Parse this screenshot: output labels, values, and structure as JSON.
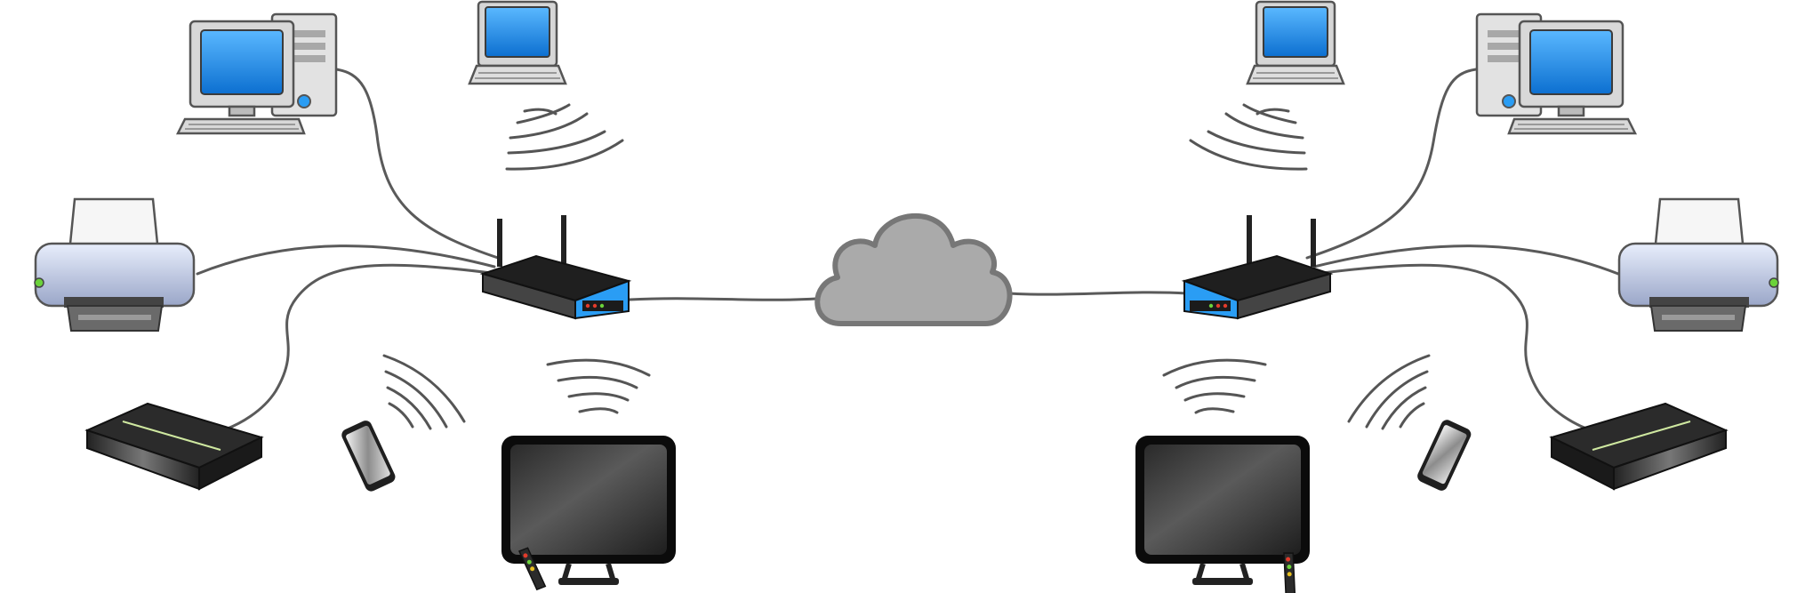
{
  "diagram": {
    "nodes": [
      {
        "id": "cloud",
        "kind": "cloud-icon"
      },
      {
        "id": "router-left",
        "kind": "wireless-router-icon"
      },
      {
        "id": "router-right",
        "kind": "wireless-router-icon"
      },
      {
        "id": "desktop-left",
        "kind": "desktop-computer-icon"
      },
      {
        "id": "desktop-right",
        "kind": "desktop-computer-icon"
      },
      {
        "id": "laptop-left",
        "kind": "laptop-icon"
      },
      {
        "id": "laptop-right",
        "kind": "laptop-icon"
      },
      {
        "id": "printer-left",
        "kind": "printer-icon"
      },
      {
        "id": "printer-right",
        "kind": "printer-icon"
      },
      {
        "id": "console-left",
        "kind": "game-console-icon"
      },
      {
        "id": "console-right",
        "kind": "game-console-icon"
      },
      {
        "id": "phone-left",
        "kind": "smartphone-icon"
      },
      {
        "id": "phone-right",
        "kind": "smartphone-icon"
      },
      {
        "id": "tv-left",
        "kind": "television-icon"
      },
      {
        "id": "tv-right",
        "kind": "television-icon"
      },
      {
        "id": "remote-left",
        "kind": "remote-control-icon"
      },
      {
        "id": "remote-right",
        "kind": "remote-control-icon"
      }
    ],
    "wired_links": [
      [
        "router-left",
        "cloud"
      ],
      [
        "router-right",
        "cloud"
      ],
      [
        "router-left",
        "desktop-left"
      ],
      [
        "router-left",
        "printer-left"
      ],
      [
        "router-left",
        "console-left"
      ],
      [
        "router-right",
        "desktop-right"
      ],
      [
        "router-right",
        "printer-right"
      ],
      [
        "router-right",
        "console-right"
      ]
    ],
    "wireless_links": [
      [
        "router-left",
        "laptop-left"
      ],
      [
        "router-left",
        "phone-left"
      ],
      [
        "router-left",
        "tv-left"
      ],
      [
        "router-right",
        "laptop-right"
      ],
      [
        "router-right",
        "phone-right"
      ],
      [
        "router-right",
        "tv-right"
      ]
    ],
    "colors": {
      "router_blue": "#2a9df4",
      "screen_blue": "#1e8fe8",
      "cloud_gray": "#aaaaaa",
      "wire_gray": "#5a5a5a",
      "device_dark": "#1b1b1b"
    }
  }
}
